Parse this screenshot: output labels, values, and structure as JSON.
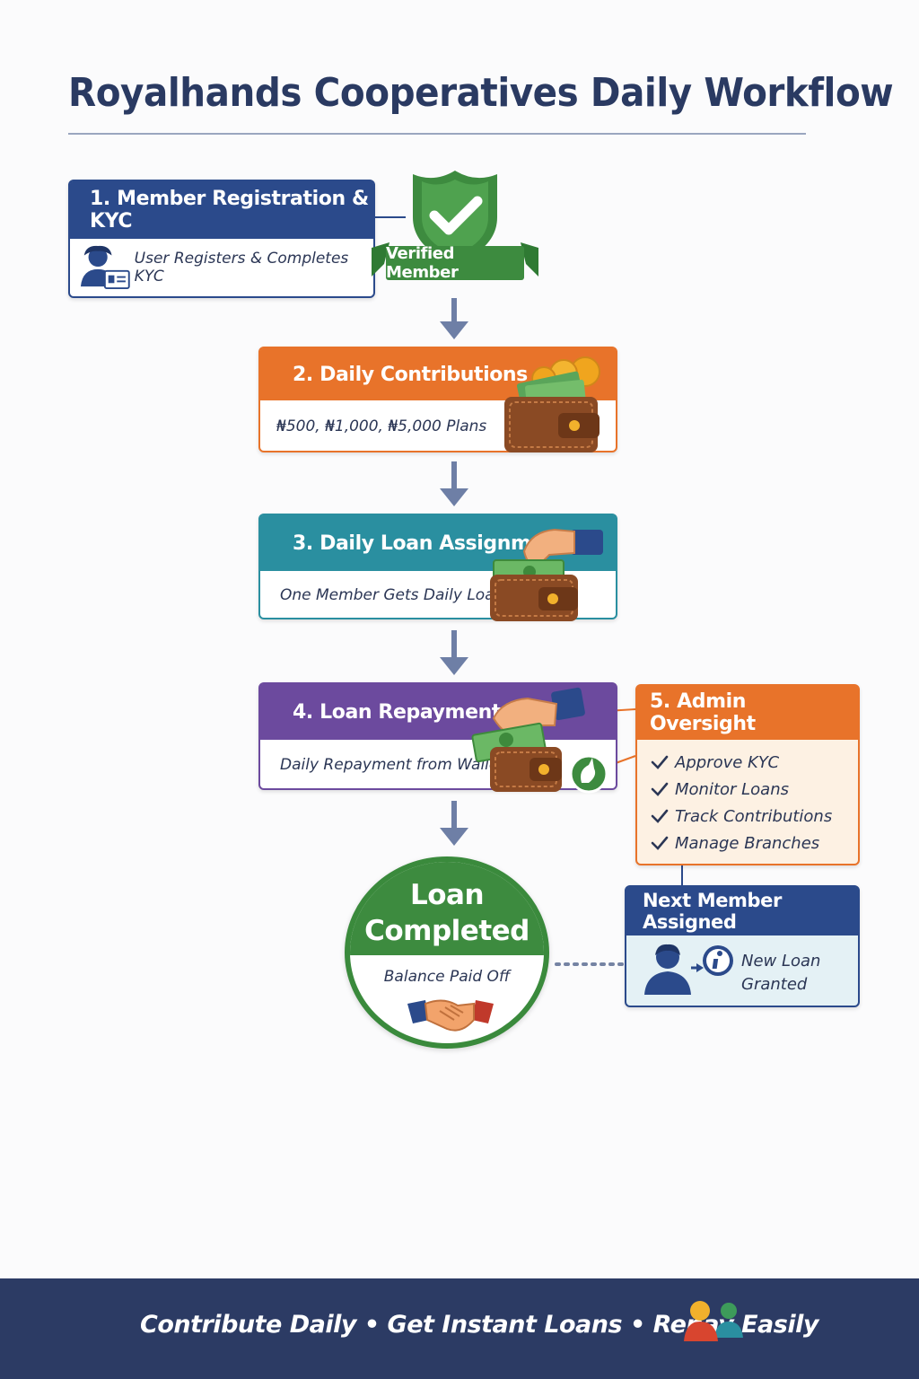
{
  "title": "Royalhands Cooperatives Daily Workflow",
  "steps": [
    {
      "heading": "1. Member Registration & KYC",
      "text": "User Registers & Completes KYC",
      "badge": "Verified Member"
    },
    {
      "heading": "2. Daily Contributions",
      "text": "₦500, ₦1,000, ₦5,000 Plans"
    },
    {
      "heading": "3. Daily Loan Assignment",
      "text": "One Member Gets Daily Loan"
    },
    {
      "heading": "4. Loan Repayment",
      "text": "Daily Repayment from Wallet"
    }
  ],
  "admin": {
    "heading": "5. Admin Oversight",
    "items": [
      "Approve KYC",
      "Monitor Loans",
      "Track Contributions",
      "Manage Branches"
    ]
  },
  "completed": {
    "title_line1": "Loan",
    "title_line2": "Completed",
    "subtitle": "Balance Paid Off"
  },
  "next_member": {
    "heading": "Next Member Assigned",
    "text_line1": "New Loan",
    "text_line2": "Granted"
  },
  "footer": {
    "tagline": "Contribute Daily • Get Instant Loans • Repay Easily"
  },
  "colors": {
    "navy": "#2b4a8b",
    "orange": "#e8732a",
    "teal": "#2a8fa0",
    "purple": "#6c4a9e",
    "green": "#3d8b3f",
    "footer": "#2c3b64"
  }
}
